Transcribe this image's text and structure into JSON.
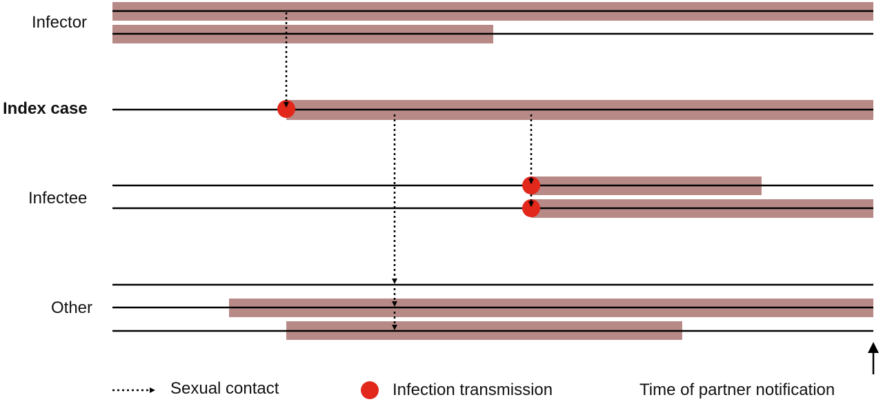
{
  "groups": {
    "infector": "Infector",
    "index_case": "Index case",
    "infectee": "Infectee",
    "other": "Other"
  },
  "legend": {
    "sexual_contact": "Sexual contact",
    "infection_transmission": "Infection transmission",
    "notification_time": "Time of partner notification"
  },
  "colors": {
    "infection_period": "#b88a87",
    "transmission_dot": "#e2271b",
    "line": "#000000"
  }
}
